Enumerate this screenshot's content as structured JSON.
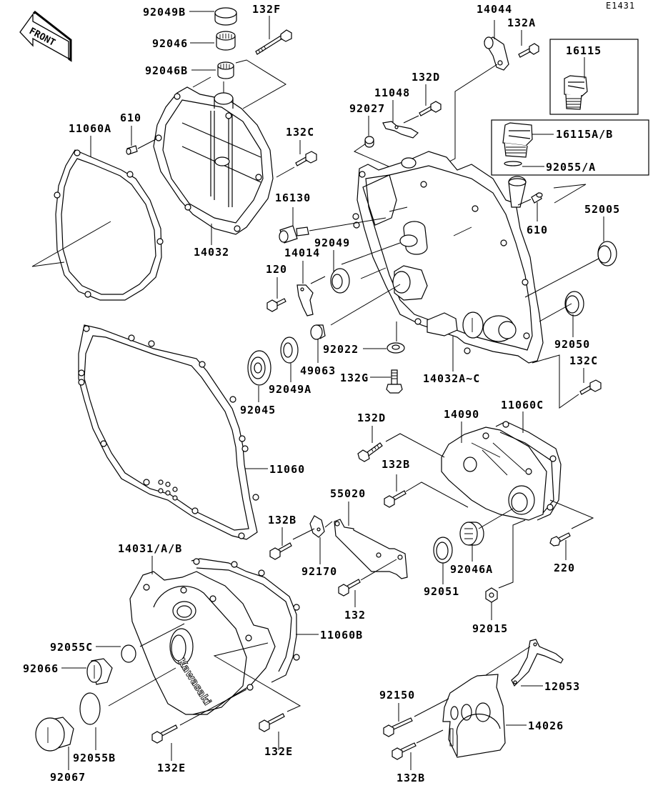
{
  "diagram": {
    "code": "E1431",
    "front_arrow_label": "FRONT",
    "brand_text": "Kawasaki",
    "labels": {
      "p92049B": "92049B",
      "p92046": "92046",
      "p92046B": "92046B",
      "p132F": "132F",
      "p14044": "14044",
      "p132A": "132A",
      "p16115": "16115",
      "p16115AB": "16115A/B",
      "p92055A": "92055/A",
      "p132D_top": "132D",
      "p11048": "11048",
      "p92027": "92027",
      "p11060A": "11060A",
      "p610_left": "610",
      "p132C_top": "132C",
      "p16130": "16130",
      "p14032": "14032",
      "p610_right": "610",
      "p52005": "52005",
      "p92049": "92049",
      "p14014": "14014",
      "p120": "120",
      "p92050": "92050",
      "p92022": "92022",
      "p49063": "49063",
      "p132G": "132G",
      "p14032AC": "14032A~C",
      "p132C_right": "132C",
      "p92049A": "92049A",
      "p92045": "92045",
      "p11060C": "11060C",
      "p14090": "14090",
      "p132D_mid": "132D",
      "p132B_mid": "132B",
      "p11060": "11060",
      "p55020": "55020",
      "p132B_left": "132B",
      "p92170": "92170",
      "p220": "220",
      "p92046A": "92046A",
      "p92051": "92051",
      "p132": "132",
      "p14031AB": "14031/A/B",
      "p11060B": "11060B",
      "p92015": "92015",
      "p92055C": "92055C",
      "p92066": "92066",
      "p12053": "12053",
      "p92150": "92150",
      "p14026": "14026",
      "p92055B": "92055B",
      "p132E_left": "132E",
      "p132E_right": "132E",
      "p92067": "92067",
      "p132B_bottom": "132B"
    }
  }
}
